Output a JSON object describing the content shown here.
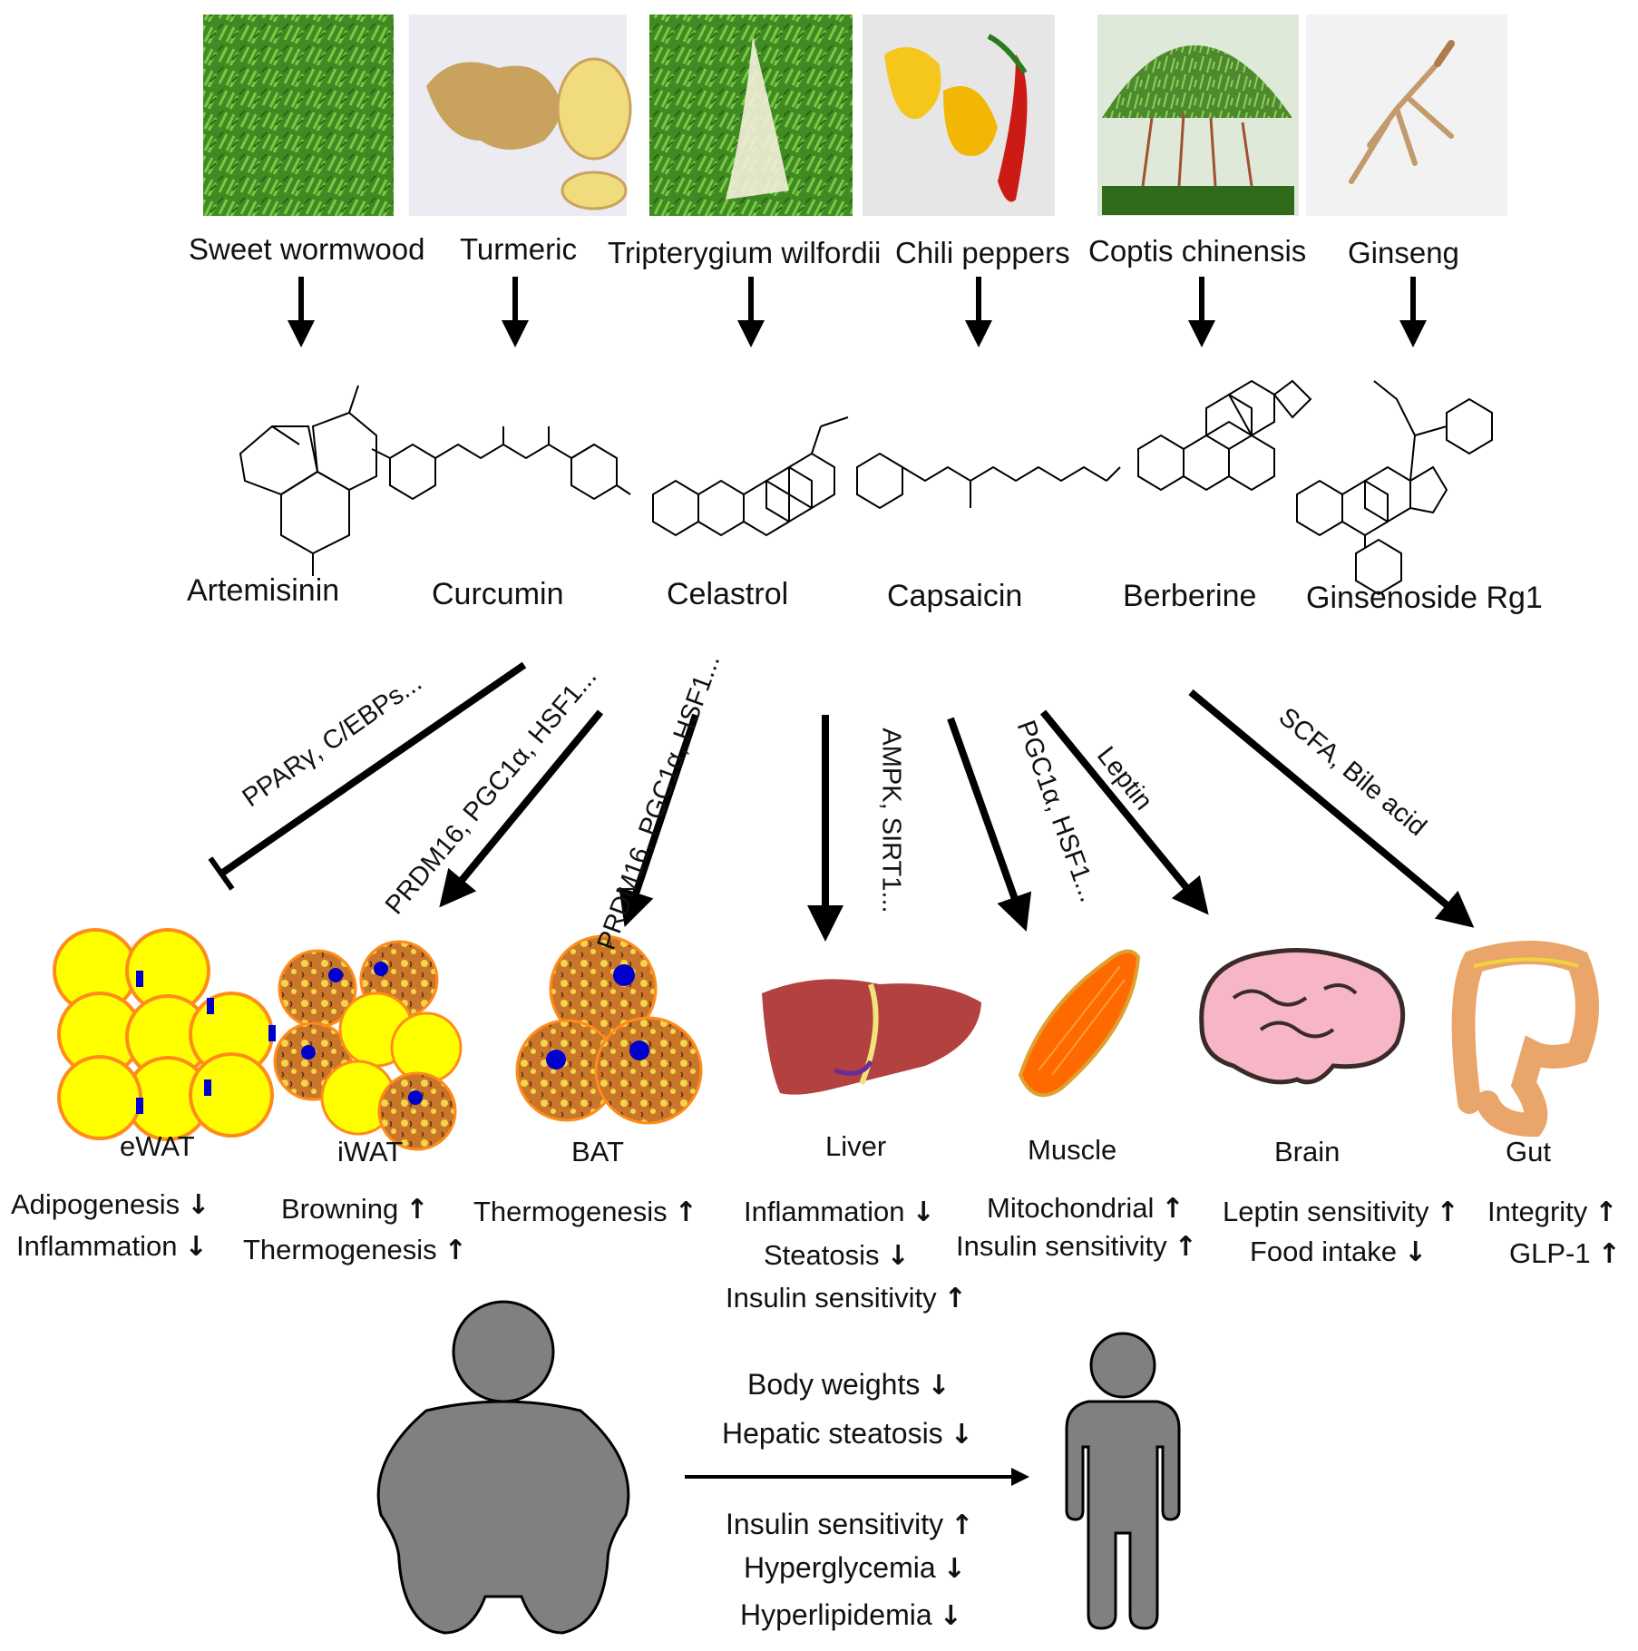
{
  "plants": [
    {
      "name": "Sweet wormwood",
      "compound": "Artemisinin"
    },
    {
      "name": "Turmeric",
      "compound": "Curcumin"
    },
    {
      "name": "Tripterygium wilfordii",
      "compound": "Celastrol"
    },
    {
      "name": "Chili peppers",
      "compound": "Capsaicin"
    },
    {
      "name": "Coptis chinensis",
      "compound": "Berberine"
    },
    {
      "name": "Ginseng",
      "compound": "Ginsenoside Rg1"
    }
  ],
  "pathways": [
    "PPARγ, C/EBPs...",
    "PRDM16, PGC1α, HSF1...",
    "PRDM16, PGC1α, HSF1...",
    "AMPK, SIRT1...",
    "PGC1α, HSF1...",
    "Leptin",
    "SCFA, Bile acid"
  ],
  "organs": [
    {
      "name": "eWAT",
      "effects": [
        {
          "text": "Adipogenesis",
          "dir": "↓"
        },
        {
          "text": "Inflammation",
          "dir": "↓"
        }
      ]
    },
    {
      "name": "iWAT",
      "effects": [
        {
          "text": "Browning",
          "dir": "↑"
        },
        {
          "text": "Thermogenesis",
          "dir": "↑"
        }
      ]
    },
    {
      "name": "BAT",
      "effects": [
        {
          "text": "Thermogenesis",
          "dir": "↑"
        }
      ]
    },
    {
      "name": "Liver",
      "effects": [
        {
          "text": "Inflammation",
          "dir": "↓"
        },
        {
          "text": "Steatosis",
          "dir": "↓"
        },
        {
          "text": "Insulin sensitivity",
          "dir": "↑"
        }
      ]
    },
    {
      "name": "Muscle",
      "effects": [
        {
          "text": "Mitochondrial",
          "dir": "↑"
        },
        {
          "text": "Insulin sensitivity",
          "dir": "↑"
        }
      ]
    },
    {
      "name": "Brain",
      "effects": [
        {
          "text": "Leptin sensitivity",
          "dir": "↑"
        },
        {
          "text": "Food intake",
          "dir": "↓"
        }
      ]
    },
    {
      "name": "Gut",
      "effects": [
        {
          "text": "Integrity",
          "dir": "↑"
        },
        {
          "text": "GLP-1",
          "dir": "↑"
        }
      ]
    }
  ],
  "summary": {
    "top": [
      {
        "text": "Body weights",
        "dir": "↓"
      },
      {
        "text": "Hepatic steatosis",
        "dir": "↓"
      }
    ],
    "bottom": [
      {
        "text": "Insulin sensitivity",
        "dir": "↑"
      },
      {
        "text": "Hyperglycemia",
        "dir": "↓"
      },
      {
        "text": "Hyperlipidemia",
        "dir": "↓"
      }
    ]
  },
  "colors": {
    "fat": "#ffff00",
    "fat_rim": "#ff8c1a",
    "nucleus": "#0000cc",
    "brown_fat": "#c9762a",
    "liver": "#b2413f",
    "muscle": "#ff6a00",
    "brain": "#f7b6c6",
    "gut": "#e9a56a",
    "person": "#808080",
    "leaf": "#4e9a2b"
  }
}
